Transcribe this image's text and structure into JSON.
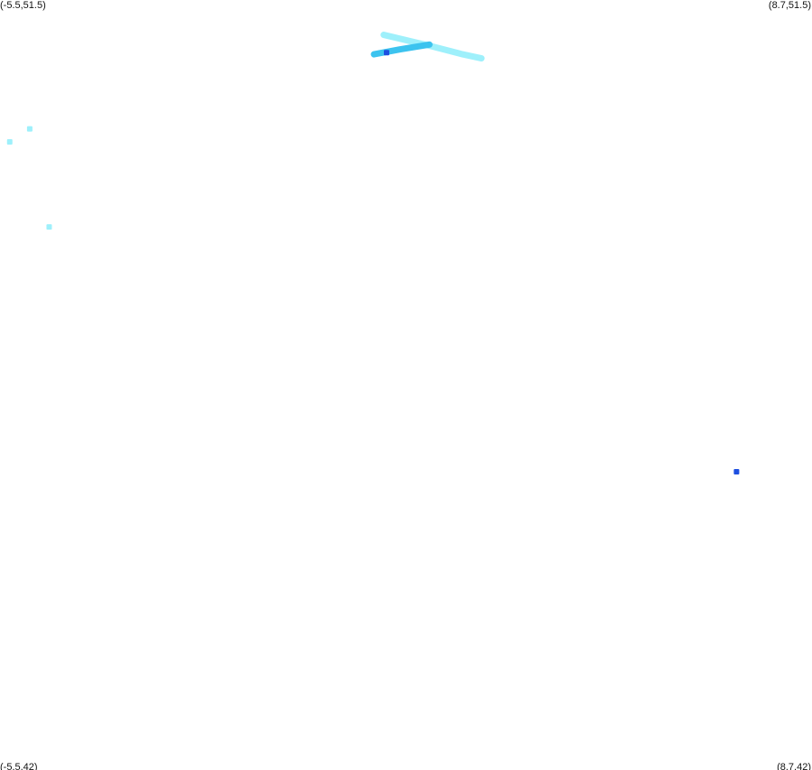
{
  "corners": {
    "top_left": "(-5.5,51.5)",
    "top_right": "(8.7,51.5)",
    "bottom_left": "(-5.5,42)",
    "bottom_right": "(8.7,42)"
  },
  "extent": {
    "lon_min": -5.5,
    "lon_max": 8.7,
    "lat_min": 42,
    "lat_max": 51.5
  },
  "colors": {
    "light_cyan": "#9ef0fb",
    "medium_cyan": "#3cc3ef",
    "blue": "#1d4fe0"
  },
  "tracks": [
    {
      "id": "track-light",
      "color": "#9ef0fb",
      "points": [
        [
          1.21,
          51.07
        ],
        [
          1.99,
          50.94
        ],
        [
          2.59,
          50.83
        ],
        [
          2.92,
          50.78
        ]
      ]
    },
    {
      "id": "track-medium",
      "color": "#3cc3ef",
      "points": [
        [
          1.04,
          50.83
        ],
        [
          1.49,
          50.89
        ],
        [
          2.01,
          50.95
        ]
      ]
    }
  ],
  "points": [
    {
      "id": "point-1",
      "color": "#9ef0fb",
      "lon": -4.98,
      "lat": 49.91
    },
    {
      "id": "point-2",
      "color": "#9ef0fb",
      "lon": -5.33,
      "lat": 49.75
    },
    {
      "id": "point-3",
      "color": "#9ef0fb",
      "lon": -4.64,
      "lat": 48.7
    },
    {
      "id": "point-4",
      "color": "#1d4fe0",
      "lon": 7.38,
      "lat": 45.68
    },
    {
      "id": "point-5",
      "color": "#1d4fe0",
      "lon": 1.26,
      "lat": 50.85
    }
  ]
}
